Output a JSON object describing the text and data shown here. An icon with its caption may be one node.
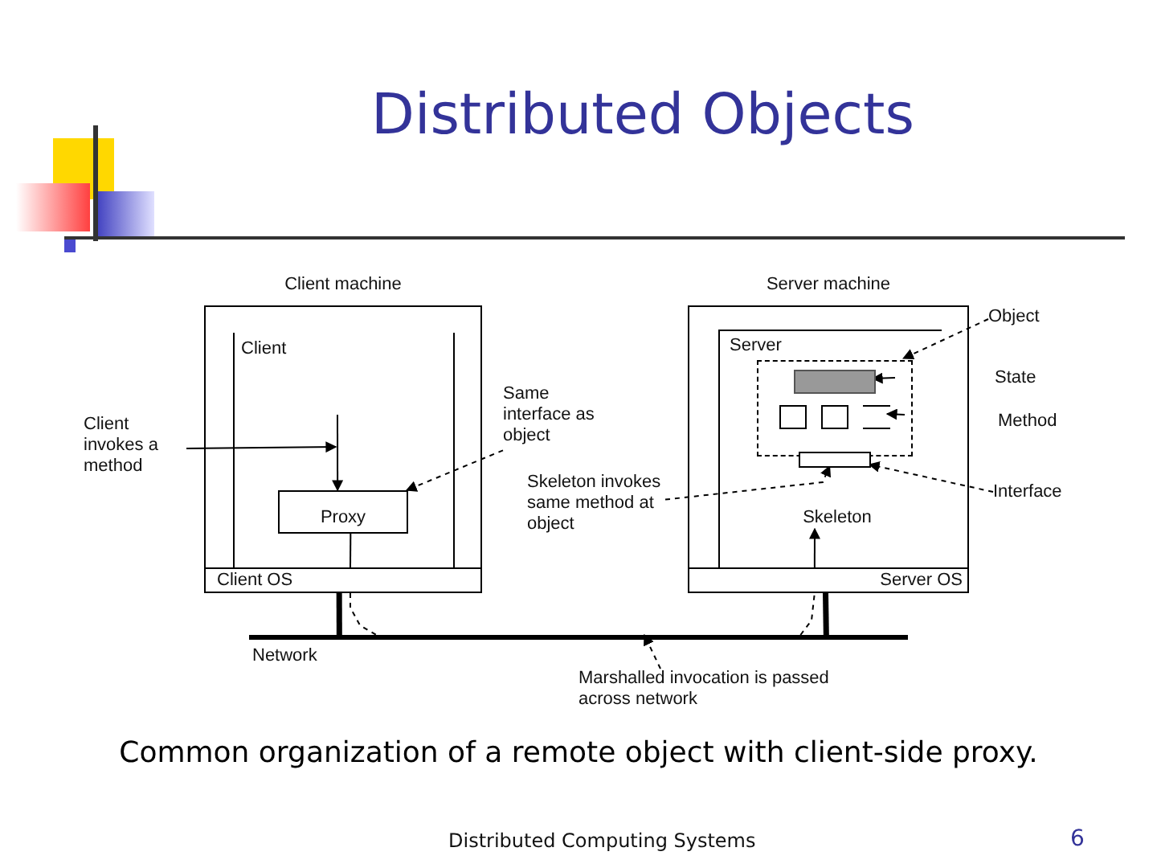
{
  "diagram": {
    "title": "Distributed Objects",
    "caption": "Common organization of a remote object with client-side proxy.",
    "nodes": [
      {
        "text": [
          "Client machine"
        ]
      },
      {
        "text": [
          "Client"
        ],
        "in": 0
      },
      {
        "text": [
          "Client OS"
        ],
        "in": 0
      },
      {
        "text": [
          "Proxy"
        ],
        "in": 1
      },
      {
        "text": [
          "Server machine"
        ]
      },
      {
        "text": [
          "Server"
        ],
        "in": 4
      },
      {
        "text": [
          "Server OS"
        ],
        "in": 4
      },
      {
        "text": [],
        "shape": "box",
        "in": 5
      },
      {
        "text": [],
        "shape": "box",
        "in": 7
      },
      {
        "text": [],
        "shape": "box",
        "in": 7
      },
      {
        "text": [],
        "shape": "box",
        "in": 7
      },
      {
        "text": [],
        "shape": "box",
        "in": 7
      },
      {
        "text": [],
        "shape": "box",
        "in": 5
      },
      {
        "text": [
          "Skeleton"
        ],
        "in": 5
      },
      {
        "text": [
          "Network"
        ]
      },
      {
        "text": [
          "Client invokes a method"
        ]
      },
      {
        "text": [
          "Same interface as object"
        ]
      },
      {
        "text": [
          "Skeleton invokes same method at object"
        ]
      },
      {
        "text": [
          "Object"
        ]
      },
      {
        "text": [
          "Interface"
        ]
      },
      {
        "text": [
          "Marshalled invocation is passed across network"
        ]
      }
    ],
    "edges": [
      {
        "from": 15,
        "to": null,
        "arrow": "to"
      },
      {
        "from": null,
        "to": 3,
        "arrow": "to"
      },
      {
        "from": 16,
        "to": 3,
        "arrow": "to",
        "style": "dashed"
      },
      {
        "from": 17,
        "to": 12,
        "arrow": "to",
        "style": "dashed"
      },
      {
        "from": 18,
        "to": 7,
        "arrow": "to",
        "style": "dashed"
      },
      {
        "from": null,
        "to": 8,
        "arrow": "to"
      },
      {
        "from": null,
        "to": 11,
        "arrow": "to"
      },
      {
        "from": 19,
        "to": 12,
        "arrow": "to",
        "style": "dashed"
      },
      {
        "from": 20,
        "to": 14,
        "arrow": "to",
        "style": "dashed"
      },
      {
        "from": 3,
        "to": 2,
        "arrow": "none"
      },
      {
        "from": 2,
        "to": 14,
        "arrow": "none",
        "style": "dashed"
      },
      {
        "from": 0,
        "to": 14,
        "arrow": "none",
        "style": "thick"
      },
      {
        "from": 4,
        "to": 14,
        "arrow": "none",
        "style": "thick"
      },
      {
        "from": 14,
        "to": 6,
        "arrow": "none",
        "style": "dashed"
      },
      {
        "from": 6,
        "to": 13,
        "arrow": "to"
      }
    ],
    "labels": [
      "State",
      "Method",
      "Distributed Computing Systems",
      "6"
    ]
  }
}
